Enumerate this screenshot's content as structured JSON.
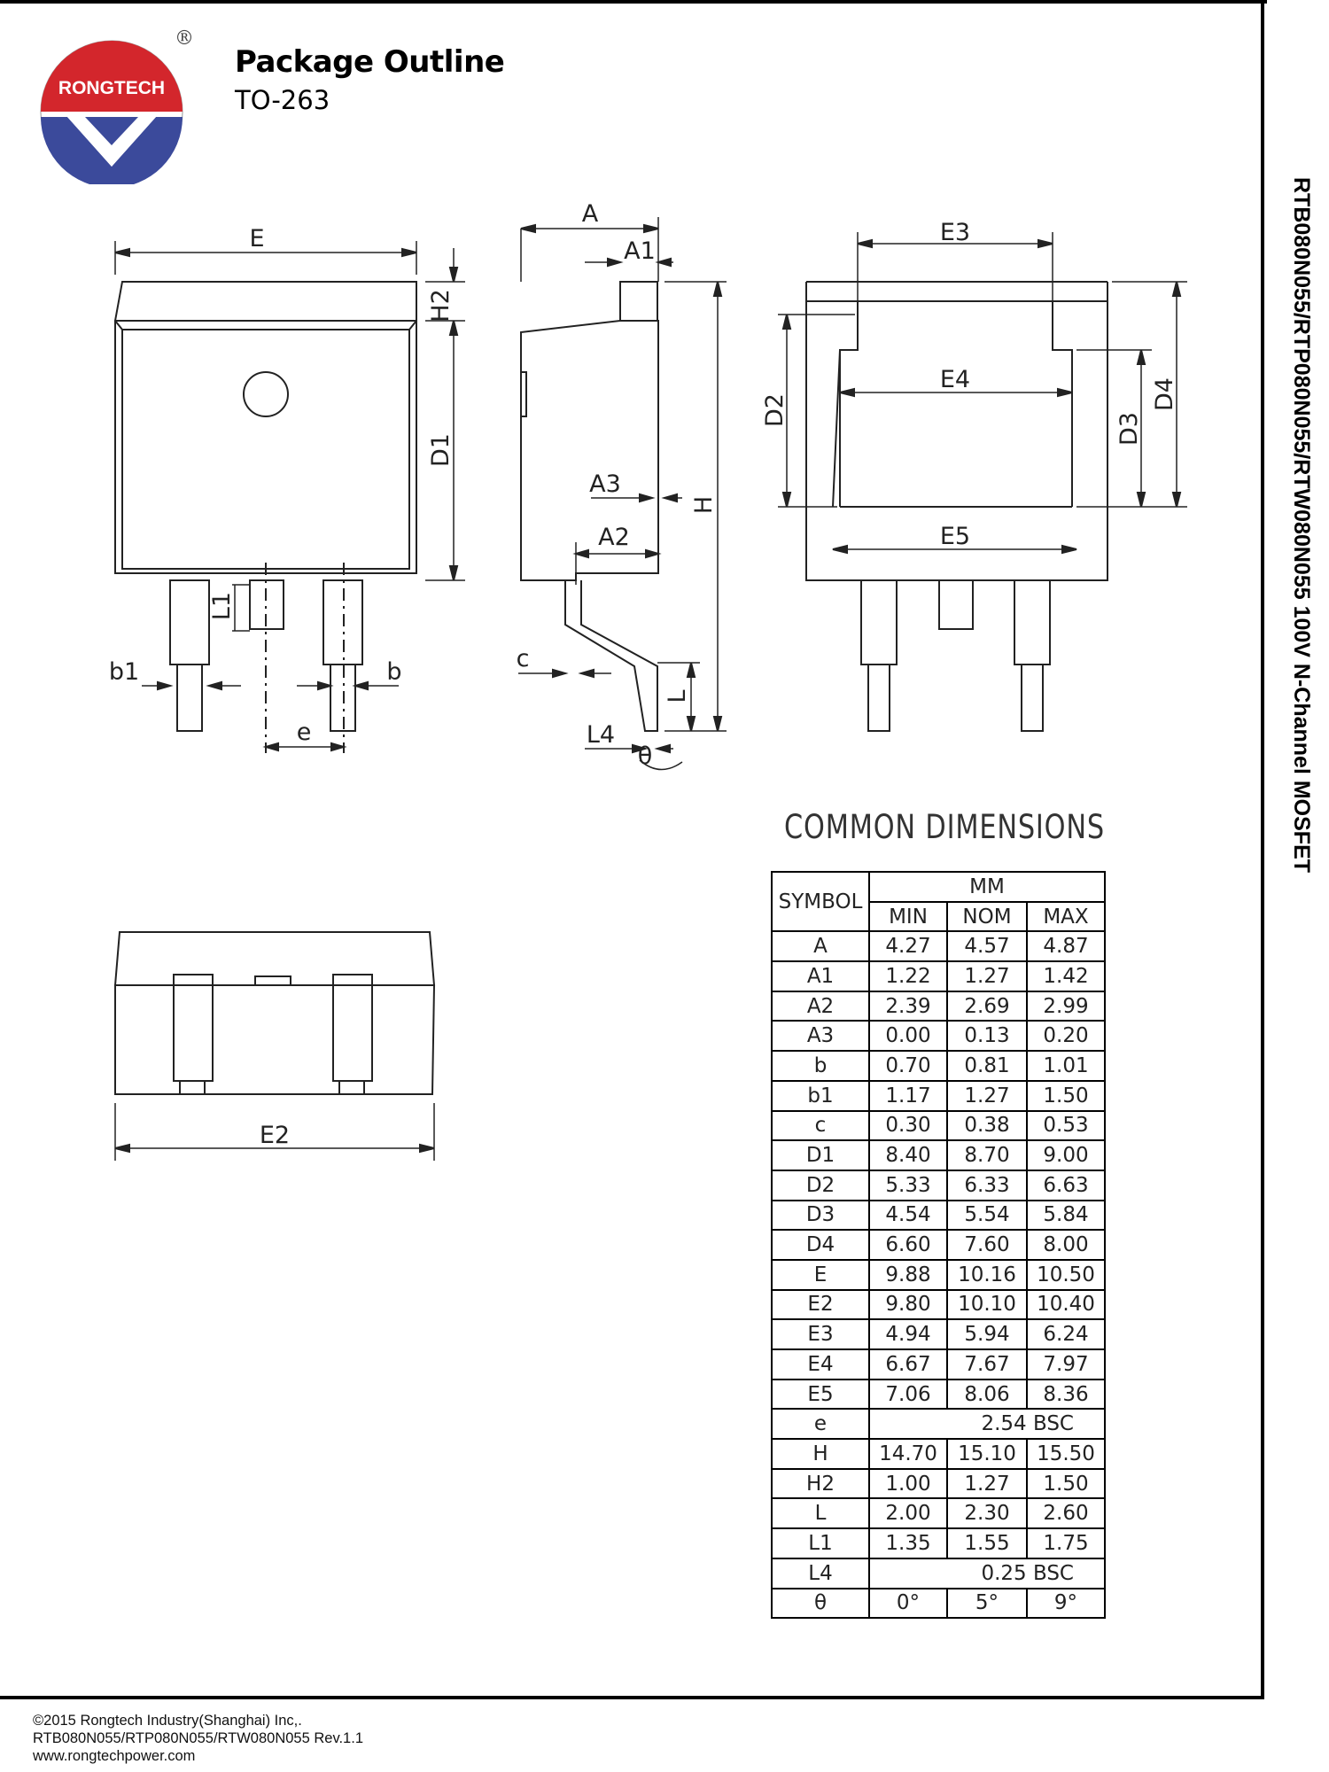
{
  "brand": {
    "name": "RONGTECH",
    "registered_mark": "®"
  },
  "header": {
    "title": "Package Outline",
    "subtitle": "TO-263"
  },
  "side_title": "RTB080N055/RTP080N055/RTW080N055 100V N-Channel MOSFET",
  "drawing_labels": {
    "E": "E",
    "H2": "H2",
    "D1": "D1",
    "L1": "L1",
    "b1": "b1",
    "b": "b",
    "e": "e",
    "A": "A",
    "A1": "A1",
    "A3": "A3",
    "A2": "A2",
    "H": "H",
    "c": "c",
    "L": "L",
    "L4": "L4",
    "theta": "θ",
    "E3": "E3",
    "E4": "E4",
    "E5": "E5",
    "D2": "D2",
    "D3": "D3",
    "D4": "D4",
    "E2": "E2"
  },
  "common_dimensions": {
    "title": "COMMON DIMENSIONS",
    "symbol_header": "SYMBOL",
    "unit_header": "MM",
    "col_headers": [
      "MIN",
      "NOM",
      "MAX"
    ],
    "rows": [
      {
        "symbol": "A",
        "min": "4.27",
        "nom": "4.57",
        "max": "4.87"
      },
      {
        "symbol": "A1",
        "min": "1.22",
        "nom": "1.27",
        "max": "1.42"
      },
      {
        "symbol": "A2",
        "min": "2.39",
        "nom": "2.69",
        "max": "2.99"
      },
      {
        "symbol": "A3",
        "min": "0.00",
        "nom": "0.13",
        "max": "0.20"
      },
      {
        "symbol": "b",
        "min": "0.70",
        "nom": "0.81",
        "max": "1.01"
      },
      {
        "symbol": "b1",
        "min": "1.17",
        "nom": "1.27",
        "max": "1.50"
      },
      {
        "symbol": "c",
        "min": "0.30",
        "nom": "0.38",
        "max": "0.53"
      },
      {
        "symbol": "D1",
        "min": "8.40",
        "nom": "8.70",
        "max": "9.00"
      },
      {
        "symbol": "D2",
        "min": "5.33",
        "nom": "6.33",
        "max": "6.63"
      },
      {
        "symbol": "D3",
        "min": "4.54",
        "nom": "5.54",
        "max": "5.84"
      },
      {
        "symbol": "D4",
        "min": "6.60",
        "nom": "7.60",
        "max": "8.00"
      },
      {
        "symbol": "E",
        "min": "9.88",
        "nom": "10.16",
        "max": "10.50"
      },
      {
        "symbol": "E2",
        "min": "9.80",
        "nom": "10.10",
        "max": "10.40"
      },
      {
        "symbol": "E3",
        "min": "4.94",
        "nom": "5.94",
        "max": "6.24"
      },
      {
        "symbol": "E4",
        "min": "6.67",
        "nom": "7.67",
        "max": "7.97"
      },
      {
        "symbol": "E5",
        "min": "7.06",
        "nom": "8.06",
        "max": "8.36"
      },
      {
        "symbol": "e",
        "span": "2.54  BSC"
      },
      {
        "symbol": "H",
        "min": "14.70",
        "nom": "15.10",
        "max": "15.50"
      },
      {
        "symbol": "H2",
        "min": "1.00",
        "nom": "1.27",
        "max": "1.50"
      },
      {
        "symbol": "L",
        "min": "2.00",
        "nom": "2.30",
        "max": "2.60"
      },
      {
        "symbol": "L1",
        "min": "1.35",
        "nom": "1.55",
        "max": "1.75"
      },
      {
        "symbol": "L4",
        "span": "0.25  BSC"
      },
      {
        "symbol": "θ",
        "min": "0°",
        "nom": "5°",
        "max": "9°"
      }
    ]
  },
  "footer": {
    "copyright": "©2015 Rongtech Industry(Shanghai)  Inc,.",
    "doc_id": " RTB080N055/RTP080N055/RTW080N055  Rev.1.1",
    "website": "www.rongtechpower.com"
  },
  "colors": {
    "logo_red": "#d3262c",
    "logo_blue": "#3b4a9b",
    "ink": "#222222"
  }
}
